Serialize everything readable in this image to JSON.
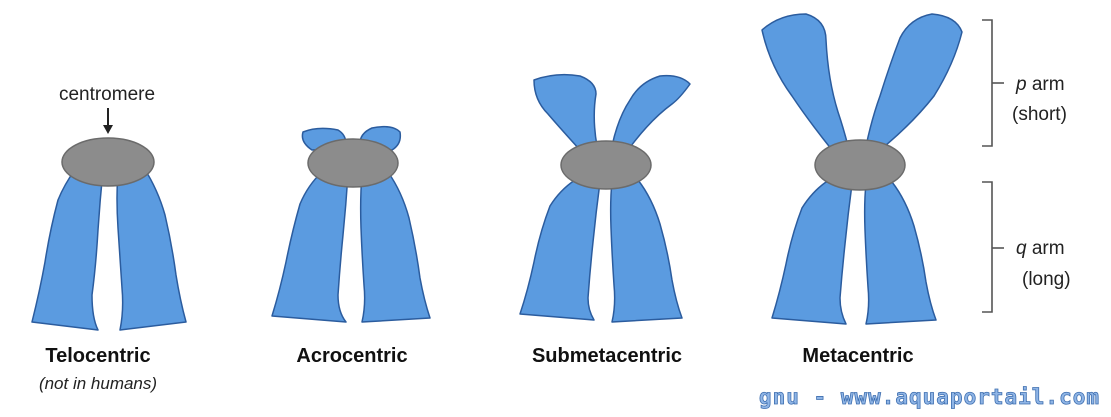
{
  "centromere_label": "centromere",
  "chromosomes": [
    {
      "name": "Telocentric",
      "note": "(not in humans)"
    },
    {
      "name": "Acrocentric",
      "note": ""
    },
    {
      "name": "Submetacentric",
      "note": ""
    },
    {
      "name": "Metacentric",
      "note": ""
    }
  ],
  "p_arm": {
    "letter": "p",
    "word": "arm",
    "desc": "(short)"
  },
  "q_arm": {
    "letter": "q",
    "word": "arm",
    "desc": "(long)"
  },
  "watermark": "gnu - www.aquaportail.com",
  "colors": {
    "arm": "#5b9be0",
    "arm_outline": "#2b5c9e",
    "centromere": "#8c8c8c",
    "centromere_outline": "#6b6b6b"
  }
}
